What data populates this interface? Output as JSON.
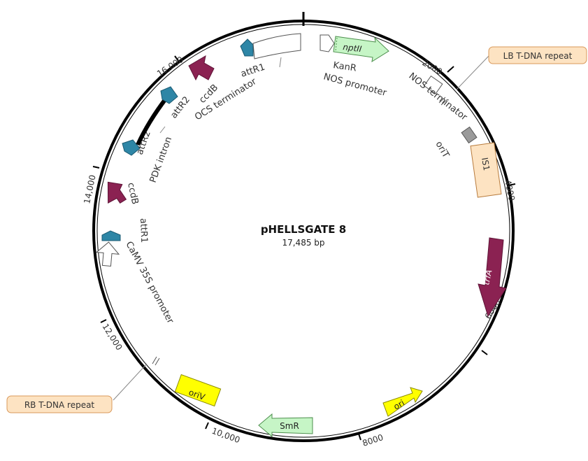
{
  "map": {
    "title": "pHELLSGATE 8",
    "size_label": "17,485 bp"
  },
  "ticks": [
    {
      "label": "2000"
    },
    {
      "label": "4000"
    },
    {
      "label": "6000"
    },
    {
      "label": "8000"
    },
    {
      "label": "10,000"
    },
    {
      "label": "12,000"
    },
    {
      "label": "14,000"
    },
    {
      "label": "16,000"
    }
  ],
  "features": {
    "nptII": "nptII",
    "KanR": "KanR",
    "NOS_promoter": "NOS promoter",
    "NOS_terminator": "NOS terminator",
    "LB": "LB T-DNA repeat",
    "oriT": "oriT",
    "IS1": "IS1",
    "trfA": "trfA",
    "ori": "ori",
    "SmR": "SmR",
    "oriV": "oriV",
    "RB": "RB T-DNA repeat",
    "CaMV": "CaMV 35S promoter",
    "attR1_left": "attR1",
    "ccdB_left": "ccdB",
    "attR2_mid": "attR2",
    "PDK": "PDK intron",
    "attR2_top": "attR2",
    "ccdB_top": "ccdB",
    "OCS": "OCS terminator",
    "attR1_top": "attR1"
  },
  "colors": {
    "ring": "#000000",
    "ccdB": "#8b2252",
    "attR": "#2e86a6",
    "nptII": "#c6f5c6",
    "ori": "#ffff00",
    "IS1": "#fde3c2",
    "oriT": "#9a9a9a",
    "trfA": "#8b2252",
    "SmR": "#c6f5c6",
    "callout_bg": "#fde3c2",
    "callout_border": "#d9985a"
  }
}
